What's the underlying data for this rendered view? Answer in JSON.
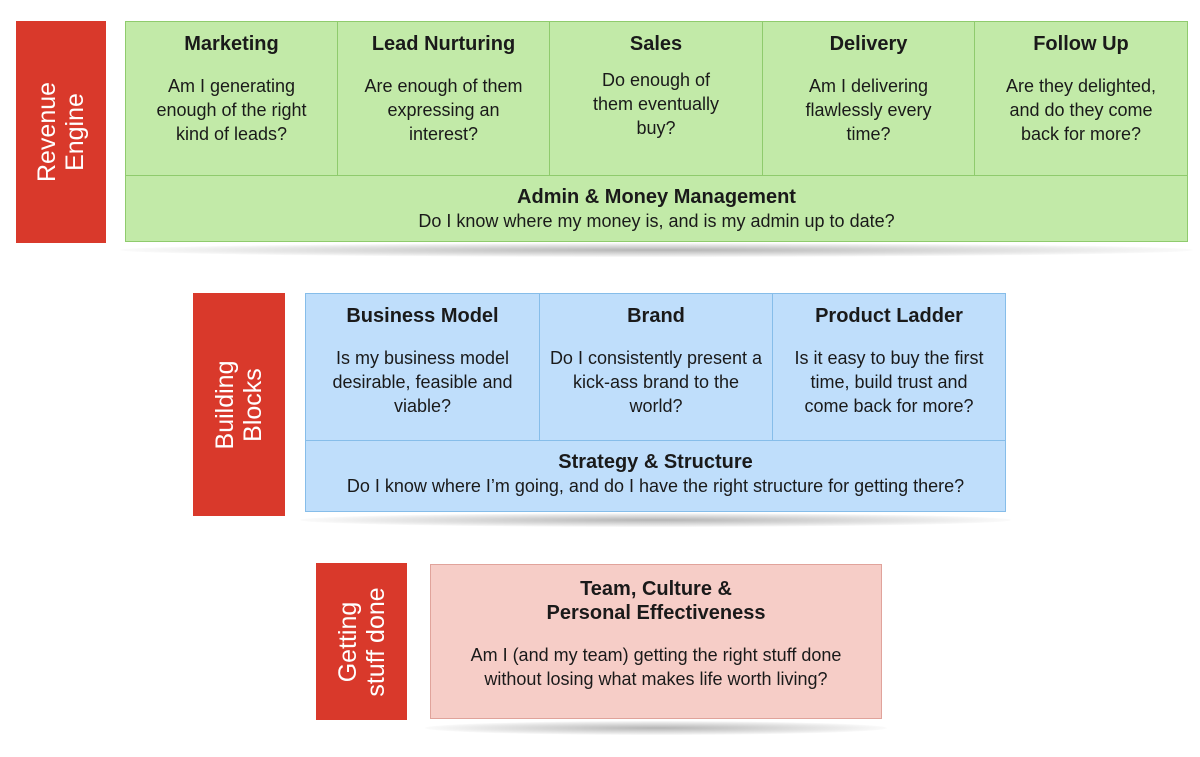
{
  "revenue_engine": {
    "label_lines": [
      "Revenue",
      "Engine"
    ],
    "cells": [
      {
        "title": "Marketing",
        "question": "Am I generating enough of the right kind of leads?"
      },
      {
        "title": "Lead Nurturing",
        "question": "Are enough of them expressing an interest?"
      },
      {
        "title": "Sales",
        "question": "Do enough of them eventually buy?"
      },
      {
        "title": "Delivery",
        "question": "Am I delivering flawlessly every time?"
      },
      {
        "title": "Follow Up",
        "question": "Are they delighted, and do they come back for more?"
      }
    ],
    "bottom": {
      "title": "Admin & Money Management",
      "question": "Do I know where my money is, and is my admin up to date?"
    }
  },
  "building_blocks": {
    "label_lines": [
      "Building",
      "Blocks"
    ],
    "cells": [
      {
        "title": "Business Model",
        "question": "Is my business model desirable, feasible and viable?"
      },
      {
        "title": "Brand",
        "question": "Do I consistently present a kick-ass brand to the world?"
      },
      {
        "title": "Product Ladder",
        "question": "Is it easy to buy the first time, build trust and come back for more?"
      }
    ],
    "bottom": {
      "title": "Strategy & Structure",
      "question": "Do I know where I’m going, and do I have the right structure for getting there?"
    }
  },
  "getting_stuff_done": {
    "label_lines": [
      "Getting",
      "stuff done"
    ],
    "title_lines": [
      "Team, Culture &",
      "Personal Effectiveness"
    ],
    "question_lines": [
      "Am I (and my team) getting the right stuff done",
      "without losing what makes life worth living?"
    ]
  }
}
